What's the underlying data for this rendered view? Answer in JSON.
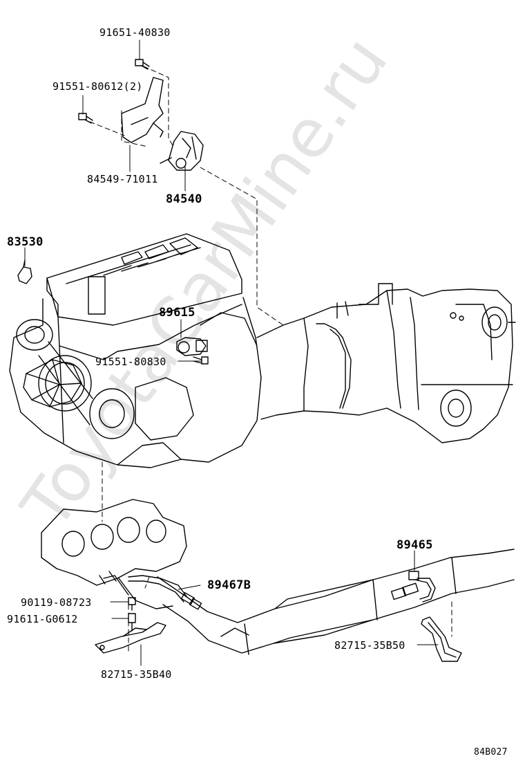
{
  "watermark": "ToyotaCarMine.ru",
  "diagram_code": "84B027",
  "part_labels": {
    "p91651": "91651-40830",
    "p91551a": "91551-80612(2)",
    "p84549": "84549-71011",
    "p84540": "84540",
    "p83530": "83530",
    "p89615": "89615",
    "p91551b": "91551-80830",
    "p89465": "89465",
    "p89467": "89467B",
    "p90119": "90119-08723",
    "p91611": "91611-G0612",
    "p82715b50": "82715-35B50",
    "p82715b40": "82715-35B40"
  }
}
